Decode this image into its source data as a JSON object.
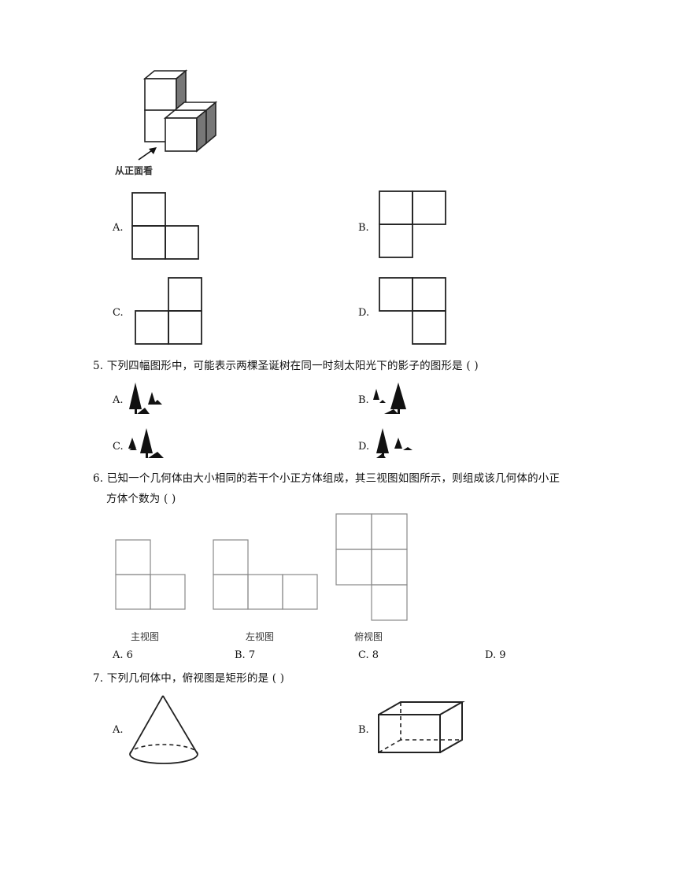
{
  "figure_top": {
    "caption": "从正面看"
  },
  "q4_options": [
    "A.",
    "B.",
    "C.",
    "D."
  ],
  "q5": {
    "text": "5. 下列四幅图形中，可能表示两棵圣诞树在同一时刻太阳光下的影子的图形是 (       )",
    "options": [
      "A.",
      "B.",
      "C.",
      "D."
    ]
  },
  "q6": {
    "line1": "6. 已知一个几何体由大小相同的若干个小正方体组成，其三视图如图所示，则组成该几何体的小正",
    "line2": "方体个数为 (       )",
    "views": [
      "主视图",
      "左视图",
      "俯视图"
    ],
    "options": [
      "A. 6",
      "B. 7",
      "C. 8",
      "D. 9"
    ]
  },
  "q7": {
    "text": "7. 下列几何体中，俯视图是矩形的是 (       )",
    "options": [
      "A.",
      "B."
    ]
  }
}
